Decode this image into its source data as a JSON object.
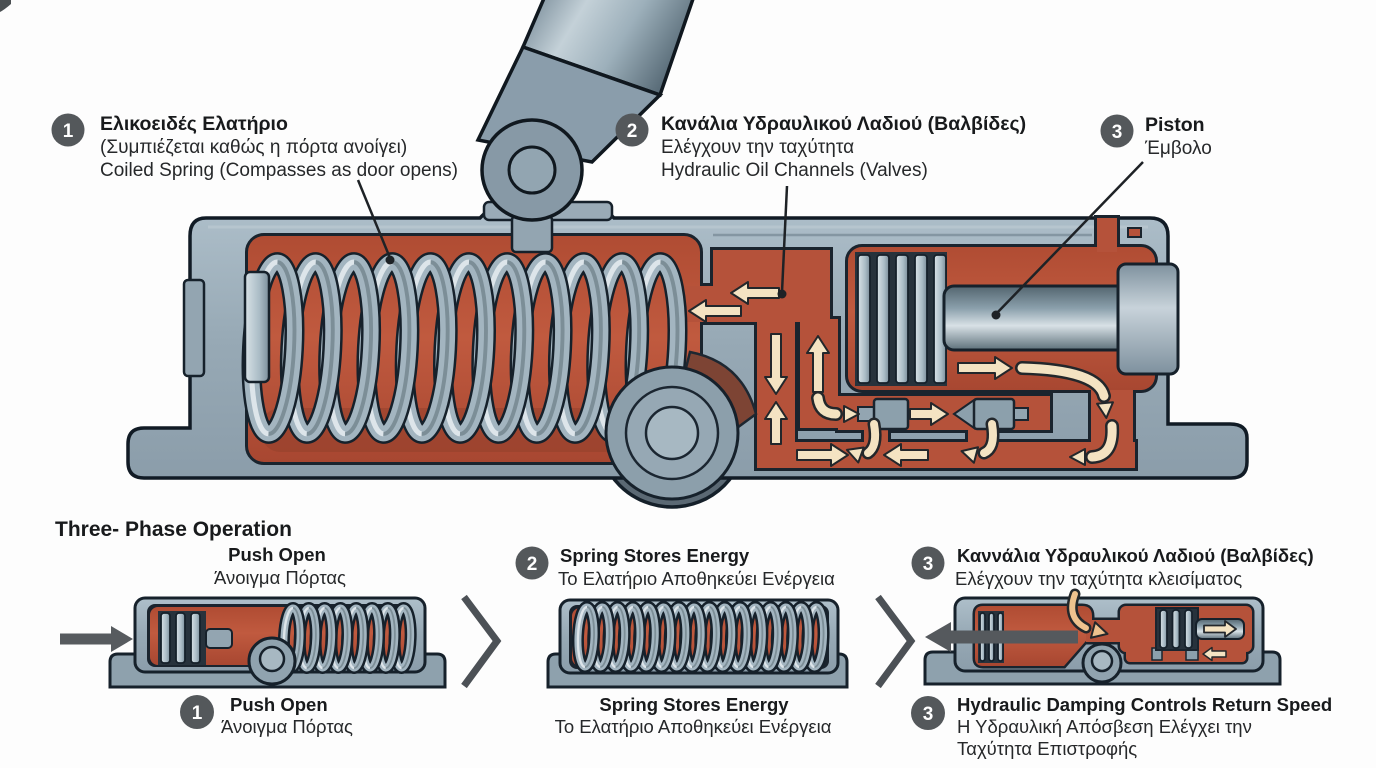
{
  "colors": {
    "housing_gray": "#96a8b4",
    "chamber_red": "#b5523a",
    "arrow_cream": "#f4e3c2",
    "dark_arrow_gray": "#575b5f",
    "callout_circle": "#54585b",
    "outline": "#16202a"
  },
  "callouts": {
    "c1": {
      "num": "1",
      "title": "Ελικοειδές Ελατήριο",
      "sub1": "(Συμπιέζεται καθώς η πόρτα ανοίγει)",
      "sub2": "Coiled Spring (Compasses as door opens)"
    },
    "c2": {
      "num": "2",
      "title": "Κανάλια Υδραυλικού Λαδιού (Βαλβίδες)",
      "sub1": "Ελέγχουν την ταχύτητα",
      "sub2": "Hydraulic Oil Channels (Valves)"
    },
    "c3": {
      "num": "3",
      "title": "Piston",
      "sub1": "Έμβολο"
    }
  },
  "section": {
    "title": "Three- Phase Operation"
  },
  "phases": {
    "p1": {
      "num": "1",
      "top_title": "Push Open",
      "top_sub": "Άνοιγμα Πόρτας",
      "bottom_title": "Push Open",
      "bottom_sub": "Άνοιγμα Πόρτας"
    },
    "p2": {
      "num": "2",
      "top_title": "Spring Stores Energy",
      "top_sub": "Το Ελατήριο Αποθηκεύει Ενέργεια",
      "bottom_title": "Spring Stores Energy",
      "bottom_sub": "Το Ελατήριο Αποθηκεύει Ενέργεια"
    },
    "p3": {
      "num": "3",
      "top_title": "Καννάλια Υδραυλικού Λαδιού (Βαλβίδες)",
      "top_sub": "Ελέγχουν την ταχύτητα κλεισίματος",
      "bottom_title": "Hydraulic Damping Controls Return Speed",
      "bottom_sub1": "Η Υδραυλική Απόσβεση Ελέγχει την",
      "bottom_sub2": "Ταχύτητα Επιστροφής"
    }
  }
}
